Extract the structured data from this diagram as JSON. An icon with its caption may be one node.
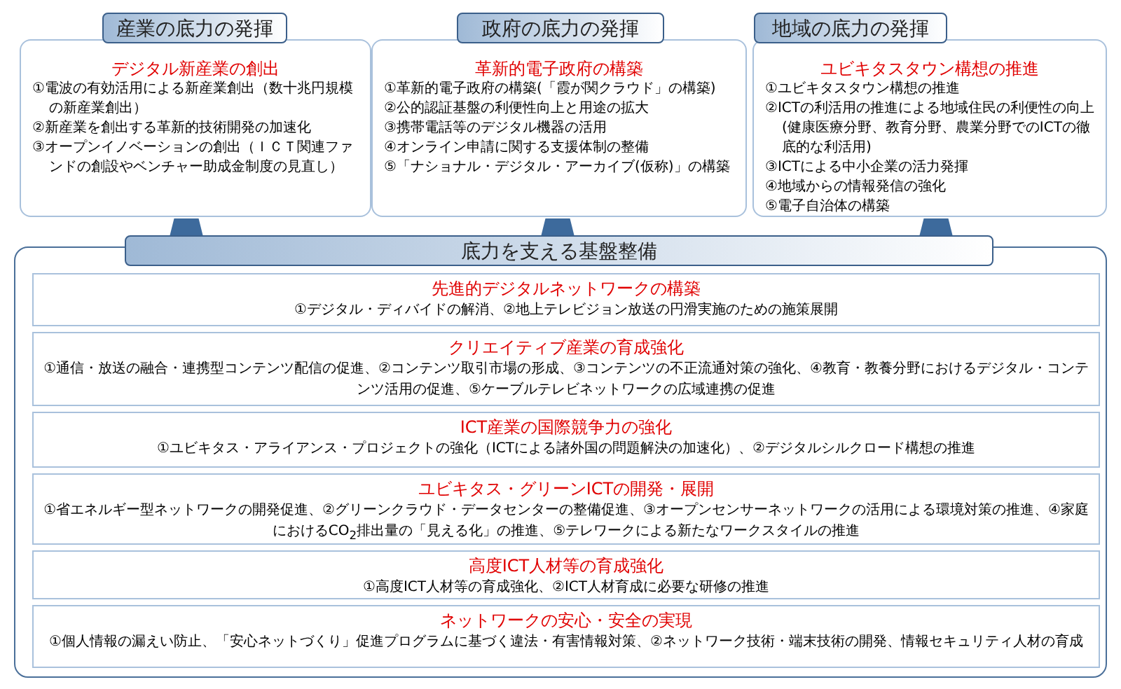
{
  "diagram": {
    "nodes": [
      {
        "text": [
          "産業の底力の発揮",
          "デジタル新産業の創出",
          "①電波の有効活用による新産業創出（数十兆円規模の新産業創出）",
          "②新産業を創出する革新的技術開発の加速化",
          "③オープンイノベーションの創出（ＩＣＴ関連ファンドの創設やベンチャー助成金制度の見直し）"
        ]
      },
      {
        "text": [
          "政府の底力の発揮",
          "革新的電子政府の構築",
          "①革新的電子政府の構築(「霞が関クラウド」の構築)",
          "②公的認証基盤の利便性向上と用途の拡大",
          "③携帯電話等のデジタル機器の活用",
          "④オンライン申請に関する支援体制の整備",
          "⑤「ナショナル・デジタル・アーカイブ(仮称)」の構築"
        ]
      },
      {
        "text": [
          "地域の底力の発揮",
          "ユビキタスタウン構想の推進",
          "①ユビキタスタウン構想の推進",
          "②ICTの利活用の推進による地域住民の利便性の向上(健康医療分野、教育分野、農業分野でのICTの徹底的な利活用)",
          "③ICTによる中小企業の活力発揮",
          "④地域からの情報発信の強化",
          "⑤電子自治体の構築"
        ]
      },
      {
        "text": [
          "底力を支える基盤整備"
        ]
      },
      {
        "text": [
          "先進的デジタルネットワークの構築",
          "①デジタル・ディバイドの解消、②地上テレビジョン放送の円滑実施のための施策展開"
        ],
        "in": 3
      },
      {
        "text": [
          "クリエイティブ産業の育成強化",
          "①通信・放送の融合・連携型コンテンツ配信の促進、②コンテンツ取引市場の形成、③コンテンツの不正流通対策の強化、④教育・教養分野におけるデジタル・コンテンツ活用の促進、⑤ケーブルテレビネットワークの広域連携の促進"
        ],
        "in": 3
      },
      {
        "text": [
          "ICT産業の国際競争力の強化",
          "①ユビキタス・アライアンス・プロジェクトの強化（ICTによる諸外国の問題解決の加速化）、②デジタルシルクロード構想の推進"
        ],
        "in": 3
      },
      {
        "text": [
          "ユビキタス・グリーンICTの開発・展開",
          "①省エネルギー型ネットワークの開発促進、②グリーンクラウド・データセンターの整備促進、③オープンセンサーネットワークの活用による環境対策の推進、④家庭におけるCO$_{2}$排出量の「見える化」の推進、⑤テレワークによる新たなワークスタイルの推進"
        ],
        "in": 3
      },
      {
        "text": [
          "高度ICT人材等の育成強化",
          "①高度ICT人材等の育成強化、②ICT人材育成に必要な研修の推進"
        ],
        "in": 3
      },
      {
        "text": [
          "ネットワークの安心・安全の実現",
          "①個人情報の漏えい防止、「安心ネットづくり」促進プログラムに基づく違法・有害情報対策、②ネットワーク技術・端末技術の開発、情報セキュリティ人材の育成"
        ],
        "in": 3
      }
    ],
    "edges": [
      {
        "from": 3,
        "to": 0,
        "arrow": "to"
      },
      {
        "from": 3,
        "to": 1,
        "arrow": "to"
      },
      {
        "from": 3,
        "to": 2,
        "arrow": "to"
      }
    ]
  }
}
